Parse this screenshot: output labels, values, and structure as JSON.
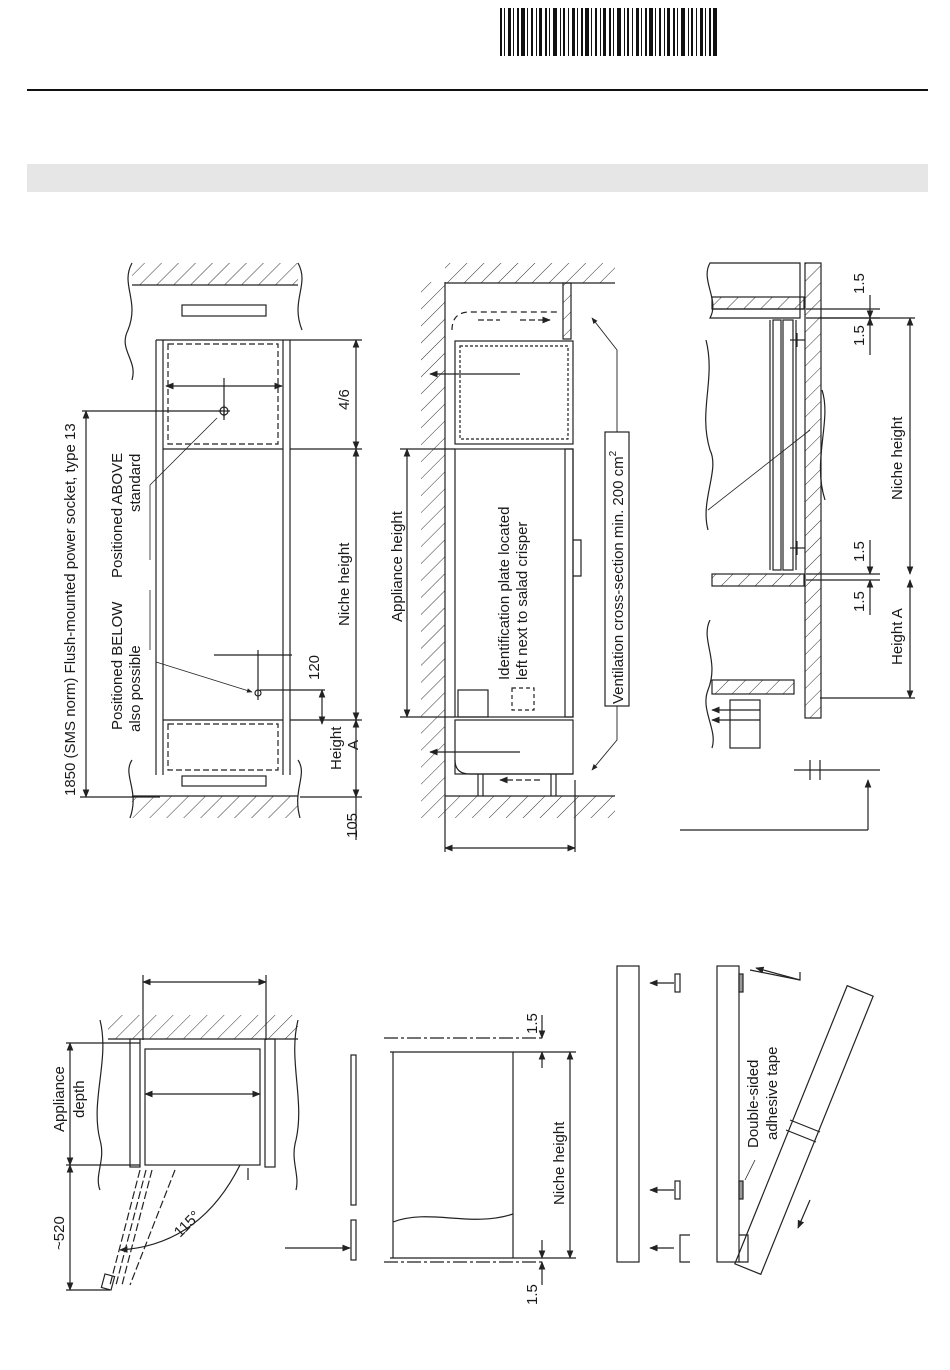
{
  "diagram1": {
    "socket_label": "1850 (SMS norm) Flush-mounted power socket, type 13",
    "above_line1": "Positioned ABOVE",
    "above_line2": "standard",
    "below_line1": "Positioned BELOW",
    "below_line2": "also possible",
    "niche_height": "Niche height",
    "dim_4_6": "4/6",
    "dim_120": "120",
    "height_a_line1": "Height",
    "height_a_line2": "A",
    "dim_105": "105"
  },
  "diagram2": {
    "appliance_height": "Appliance height",
    "id_plate_line1": "Identification plate located",
    "id_plate_line2": "left next to salad crisper",
    "ventilation": "Ventilation cross-section min. 200 cm",
    "ventilation_sup": "2"
  },
  "diagram3": {
    "dim_top_1": "1.5",
    "dim_top_2": "1.5",
    "niche_height": "Niche height",
    "dim_bottom_1": "1.5",
    "dim_bottom_2": "1.5",
    "height_a": "Height A"
  },
  "diagram4": {
    "appliance_depth_line1": "Appliance",
    "appliance_depth_line2": "depth",
    "dim_520": "~520",
    "angle_115": "115°"
  },
  "diagram5": {
    "dim_top": "1.5",
    "niche_height": "Niche height",
    "dim_bottom": "1.5"
  },
  "diagram6": {
    "tape_line1": "Double-sided",
    "tape_line2": "adhesive tape"
  }
}
